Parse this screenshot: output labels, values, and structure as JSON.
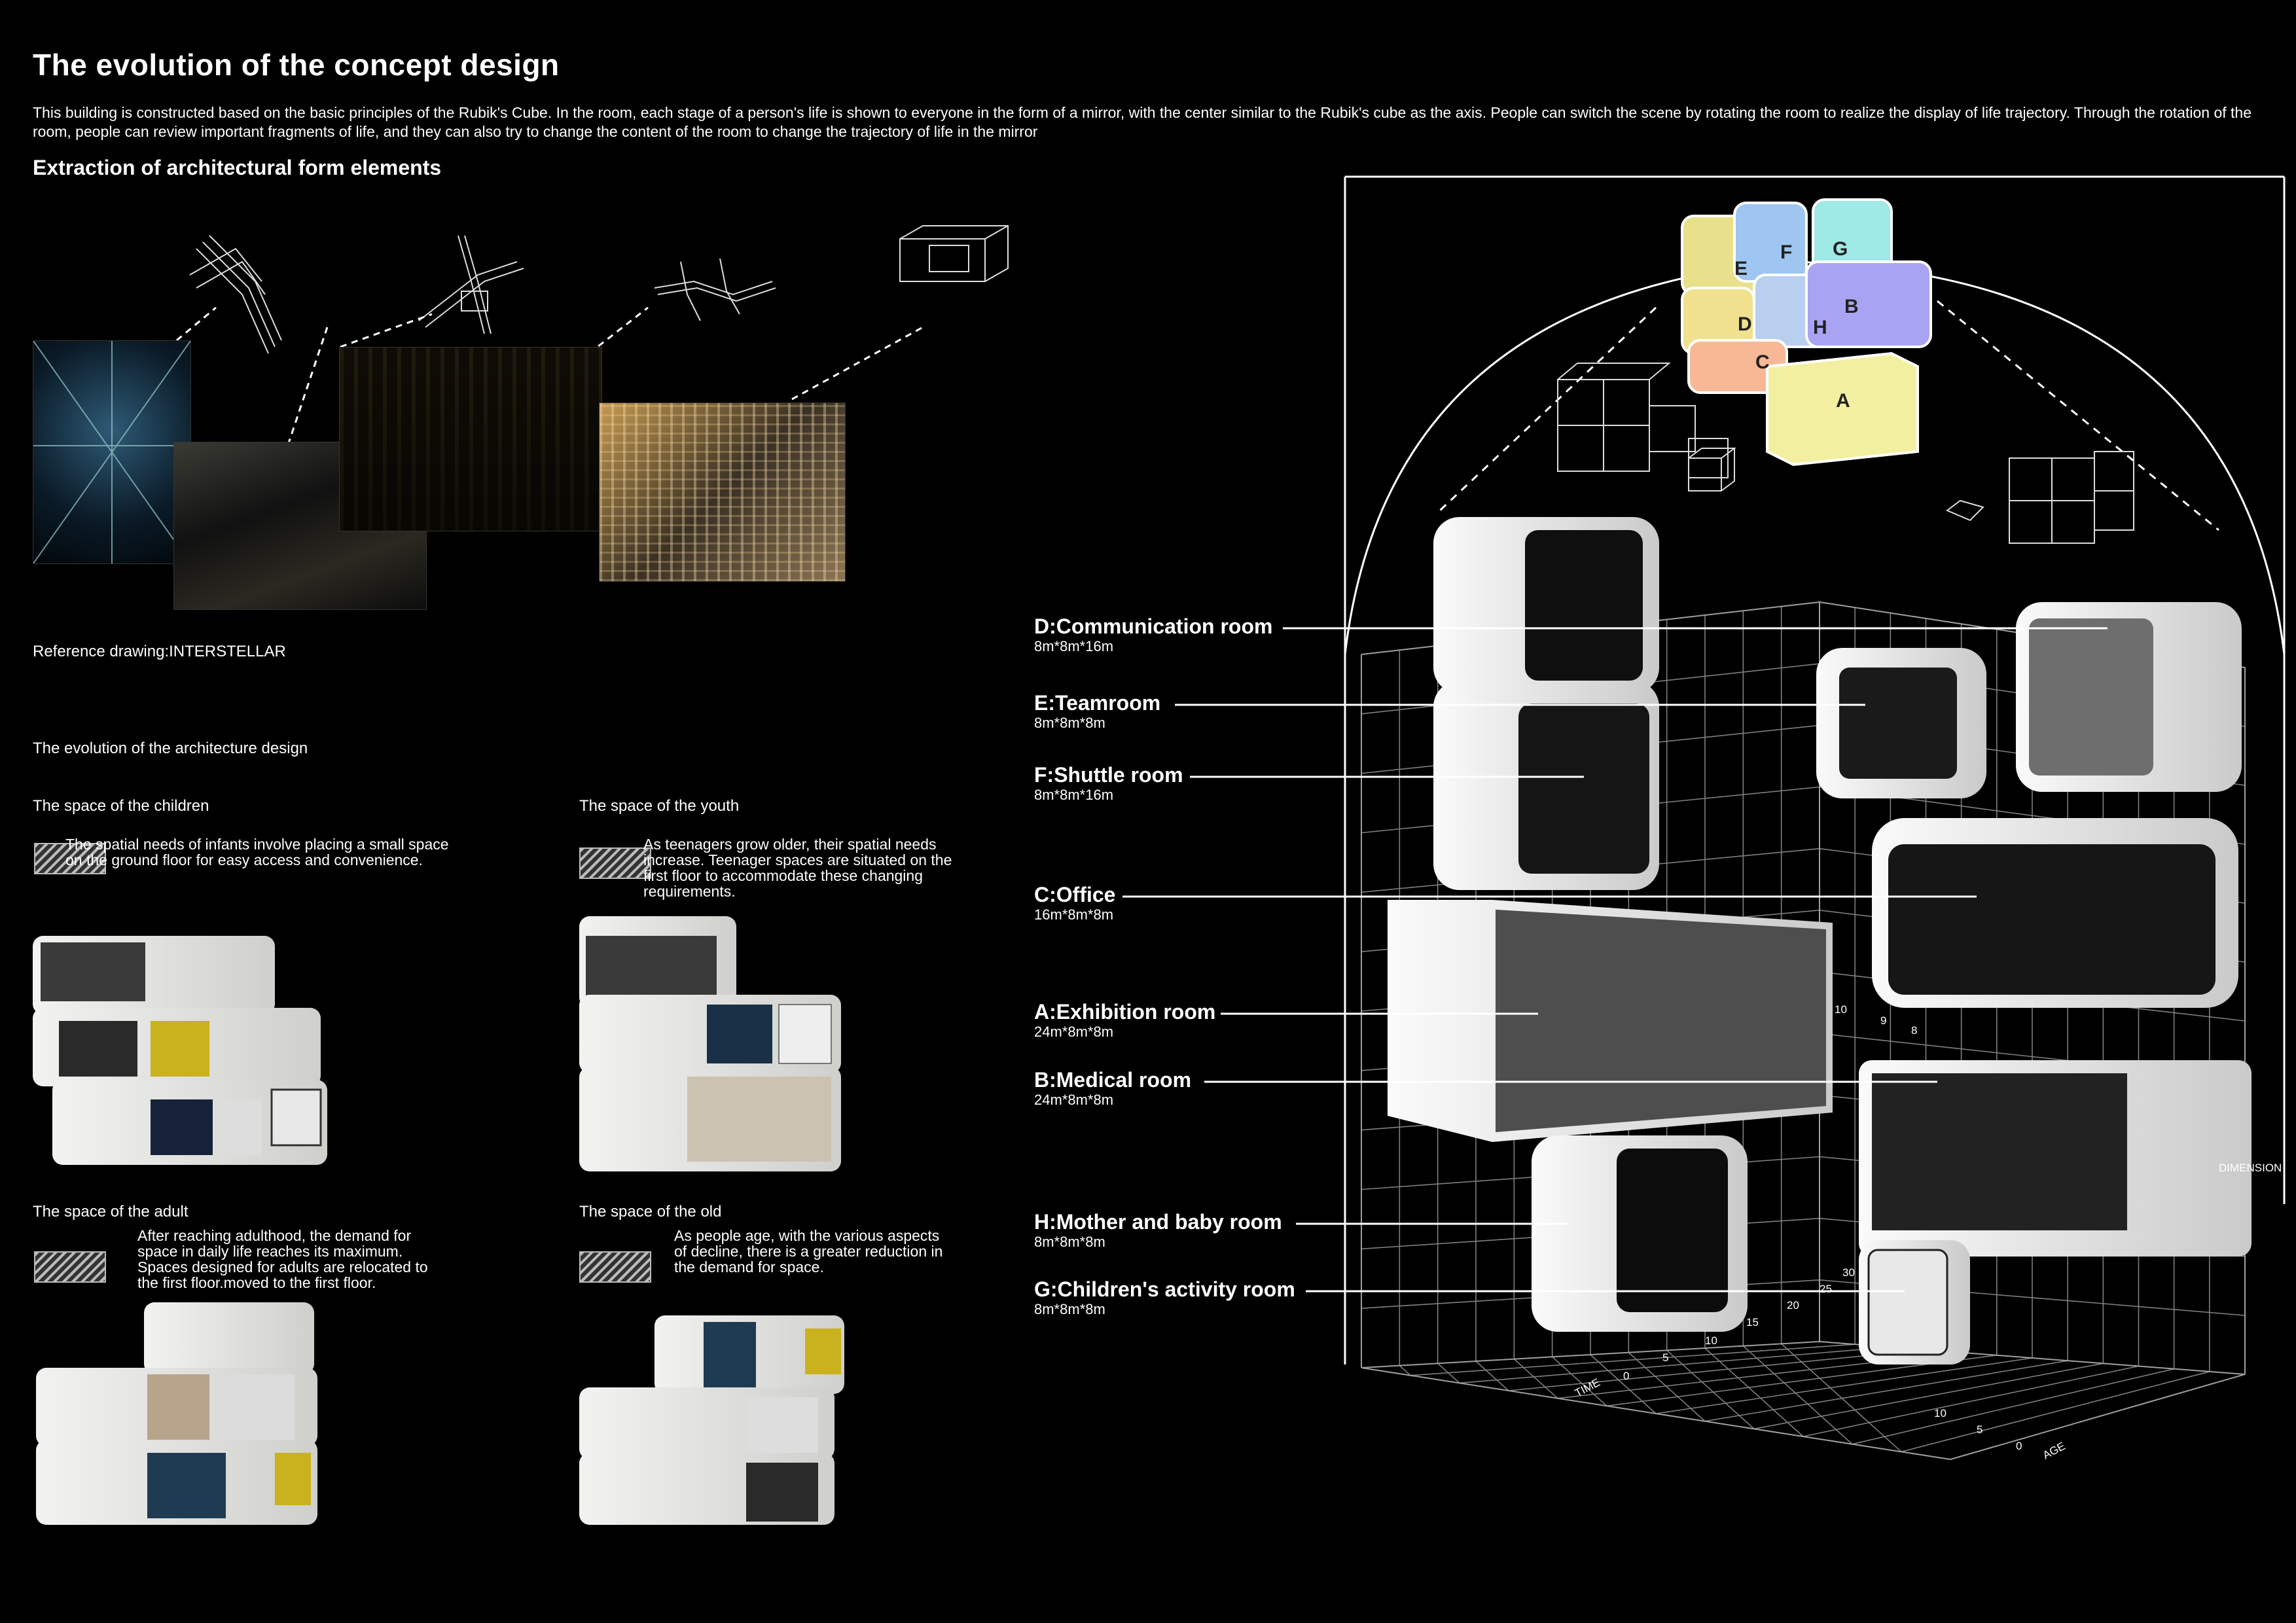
{
  "header": {
    "title": "The evolution of the concept design",
    "intro": "This building is constructed based on the basic principles of the Rubik's Cube. In the room, each stage of a person's life is shown to everyone in the form of a mirror, with the center similar to the Rubik's cube as the axis. People can switch the scene by rotating the room to realize the display of life trajectory. Through the rotation of the room, people can review important fragments of life, and they can also try to change the content of the room to change the trajectory of life in the mirror"
  },
  "extraction": {
    "heading": "Extraction of architectural form elements",
    "reference_caption": "Reference drawing:INTERSTELLAR"
  },
  "evolution": {
    "heading": "The evolution of the architecture design",
    "stages": [
      {
        "title": "The space of the children",
        "text": "The spatial needs of infants involve placing a small space on the ground floor for easy access and convenience."
      },
      {
        "title": "The space of the youth",
        "text": "As teenagers grow older, their spatial needs increase. Teenager spaces are situated on the first floor to accommodate these changing requirements."
      },
      {
        "title": "The space of the adult",
        "text": "After reaching adulthood, the demand for space in daily life reaches its maximum. Spaces designed for adults are relocated to the first floor.moved to the first floor."
      },
      {
        "title": "The space of the old",
        "text": "As people age, with the various aspects of decline, there is a greater reduction in the demand for space."
      }
    ]
  },
  "modules": [
    "A",
    "B",
    "C",
    "D",
    "E",
    "F",
    "G",
    "H"
  ],
  "rooms": [
    {
      "name": "D:Communication room",
      "dims": "8m*8m*16m"
    },
    {
      "name": "E:Teamroom",
      "dims": "8m*8m*8m"
    },
    {
      "name": "F:Shuttle room",
      "dims": "8m*8m*16m"
    },
    {
      "name": "C:Office",
      "dims": "16m*8m*8m"
    },
    {
      "name": "A:Exhibition room",
      "dims": "24m*8m*8m"
    },
    {
      "name": "B:Medical room",
      "dims": "24m*8m*8m"
    },
    {
      "name": "H:Mother and baby room",
      "dims": "8m*8m*8m"
    },
    {
      "name": "G:Children's activity room",
      "dims": "8m*8m*8m"
    }
  ],
  "axes": {
    "time": "TIME",
    "age": "AGE",
    "dimension": "DIMENSION",
    "time_ticks": [
      "0",
      "5",
      "10",
      "15",
      "20",
      "25",
      "30"
    ],
    "age_ticks": [
      "0",
      "5",
      "10"
    ],
    "dim_ticks": [
      "8",
      "9",
      "10"
    ]
  },
  "colors": {
    "A": "#f3efa0",
    "B": "#a9a3f3",
    "C": "#f7b896",
    "D": "#efe18d",
    "E": "#e8e08a",
    "F": "#9ec6f0",
    "G": "#9fe9e6",
    "H": "#b8cff0",
    "module_white": "#ececec"
  }
}
